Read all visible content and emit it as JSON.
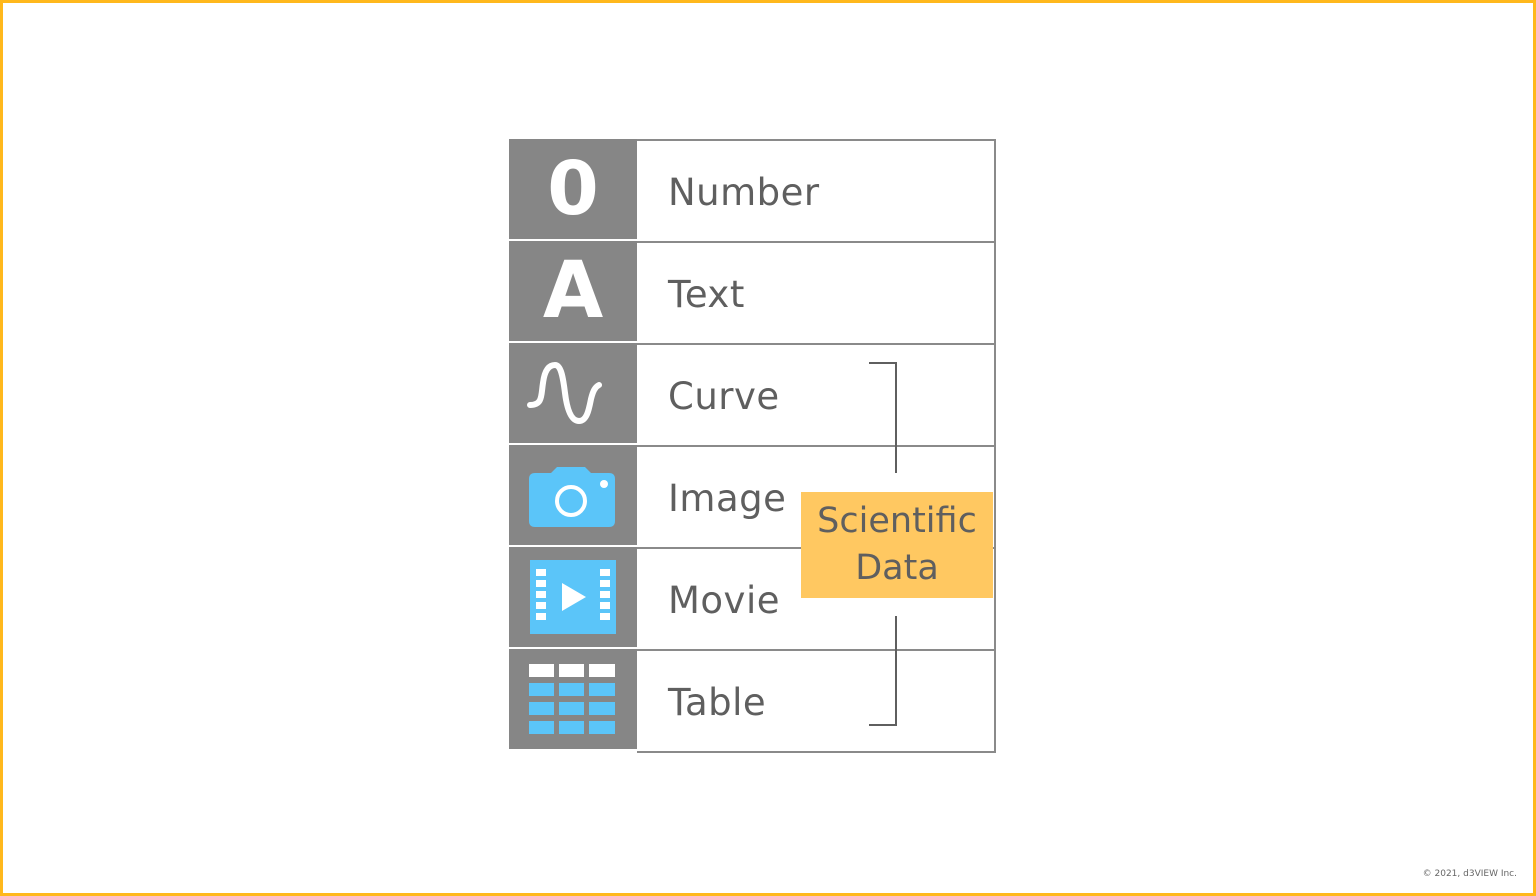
{
  "rows": [
    {
      "icon": "number-zero-icon",
      "glyph": "0",
      "label": "Number"
    },
    {
      "icon": "letter-a-icon",
      "glyph": "A",
      "label": "Text"
    },
    {
      "icon": "curve-wave-icon",
      "label": "Curve"
    },
    {
      "icon": "camera-icon",
      "label": "Image"
    },
    {
      "icon": "movie-film-play-icon",
      "label": "Movie"
    },
    {
      "icon": "table-grid-icon",
      "label": "Table"
    }
  ],
  "group": {
    "label_line1": "Scientific",
    "label_line2": "Data"
  },
  "footer": {
    "copyright": "© 2021, d3VIEW Inc."
  },
  "colors": {
    "frame": "#FFB81C",
    "icon_bg": "#868686",
    "accent_blue": "#5BC5F9",
    "group_bg": "#FFC861",
    "text": "#5f5f5f"
  }
}
